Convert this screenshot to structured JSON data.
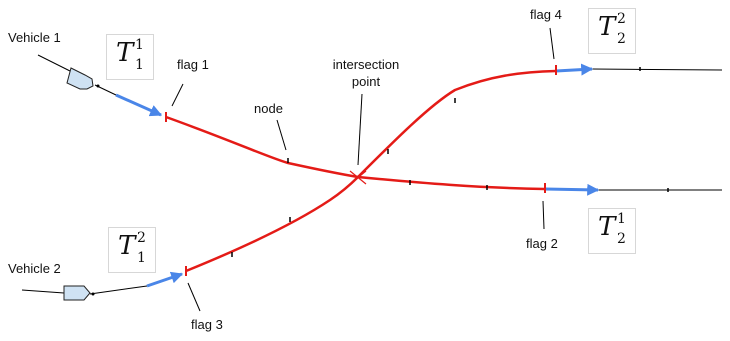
{
  "labels": {
    "vehicle1": "Vehicle 1",
    "vehicle2": "Vehicle 2",
    "flag1": "flag 1",
    "flag2": "flag 2",
    "flag3": "flag 3",
    "flag4": "flag 4",
    "node": "node",
    "intersection_line1": "intersection",
    "intersection_line2": "point"
  },
  "segments": {
    "t11": {
      "base": "T",
      "sub": "1",
      "sup": "1"
    },
    "t12": {
      "base": "T",
      "sub": "1",
      "sup": "2"
    },
    "t21": {
      "base": "T",
      "sub": "2",
      "sup": "1"
    },
    "t22": {
      "base": "T",
      "sub": "2",
      "sup": "2"
    }
  },
  "colors": {
    "path_red": "#e41b17",
    "arrow_blue": "#4a86e8",
    "vehicle_fill": "#cfe2f3",
    "line_black": "#000000"
  }
}
